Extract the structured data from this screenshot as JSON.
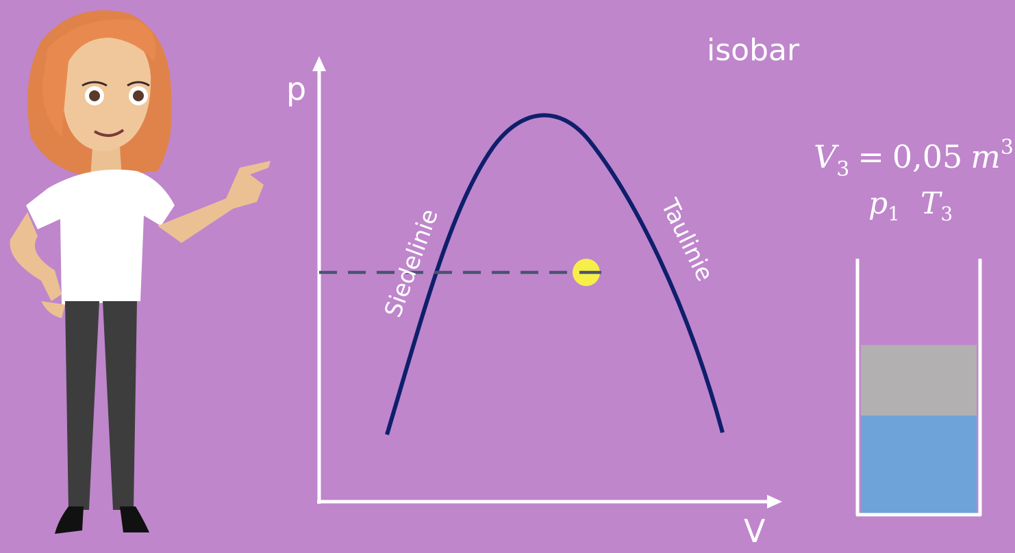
{
  "title": "isobar",
  "diagram": {
    "y_axis_label": "p",
    "x_axis_label": "V",
    "left_curve_label": "Siedelinie",
    "right_curve_label": "Taulinie"
  },
  "formula": {
    "line1": {
      "var": "V",
      "sub": "3",
      "eq": "=",
      "value": "0,05",
      "unit": "m",
      "sup": "3"
    },
    "line2": {
      "p_var": "p",
      "p_sub": "1",
      "t_var": "T",
      "t_sub": "3"
    }
  },
  "container": {
    "liquid_fraction": 0.58,
    "gas_color": "#b3b0b2",
    "liquid_color": "#6da3d8"
  },
  "colors": {
    "background": "#bf86cc",
    "curve": "#0f1f6b",
    "isobar_line": "#4a5470",
    "state_point": "#f6ef4a",
    "axes": "#ffffff"
  }
}
